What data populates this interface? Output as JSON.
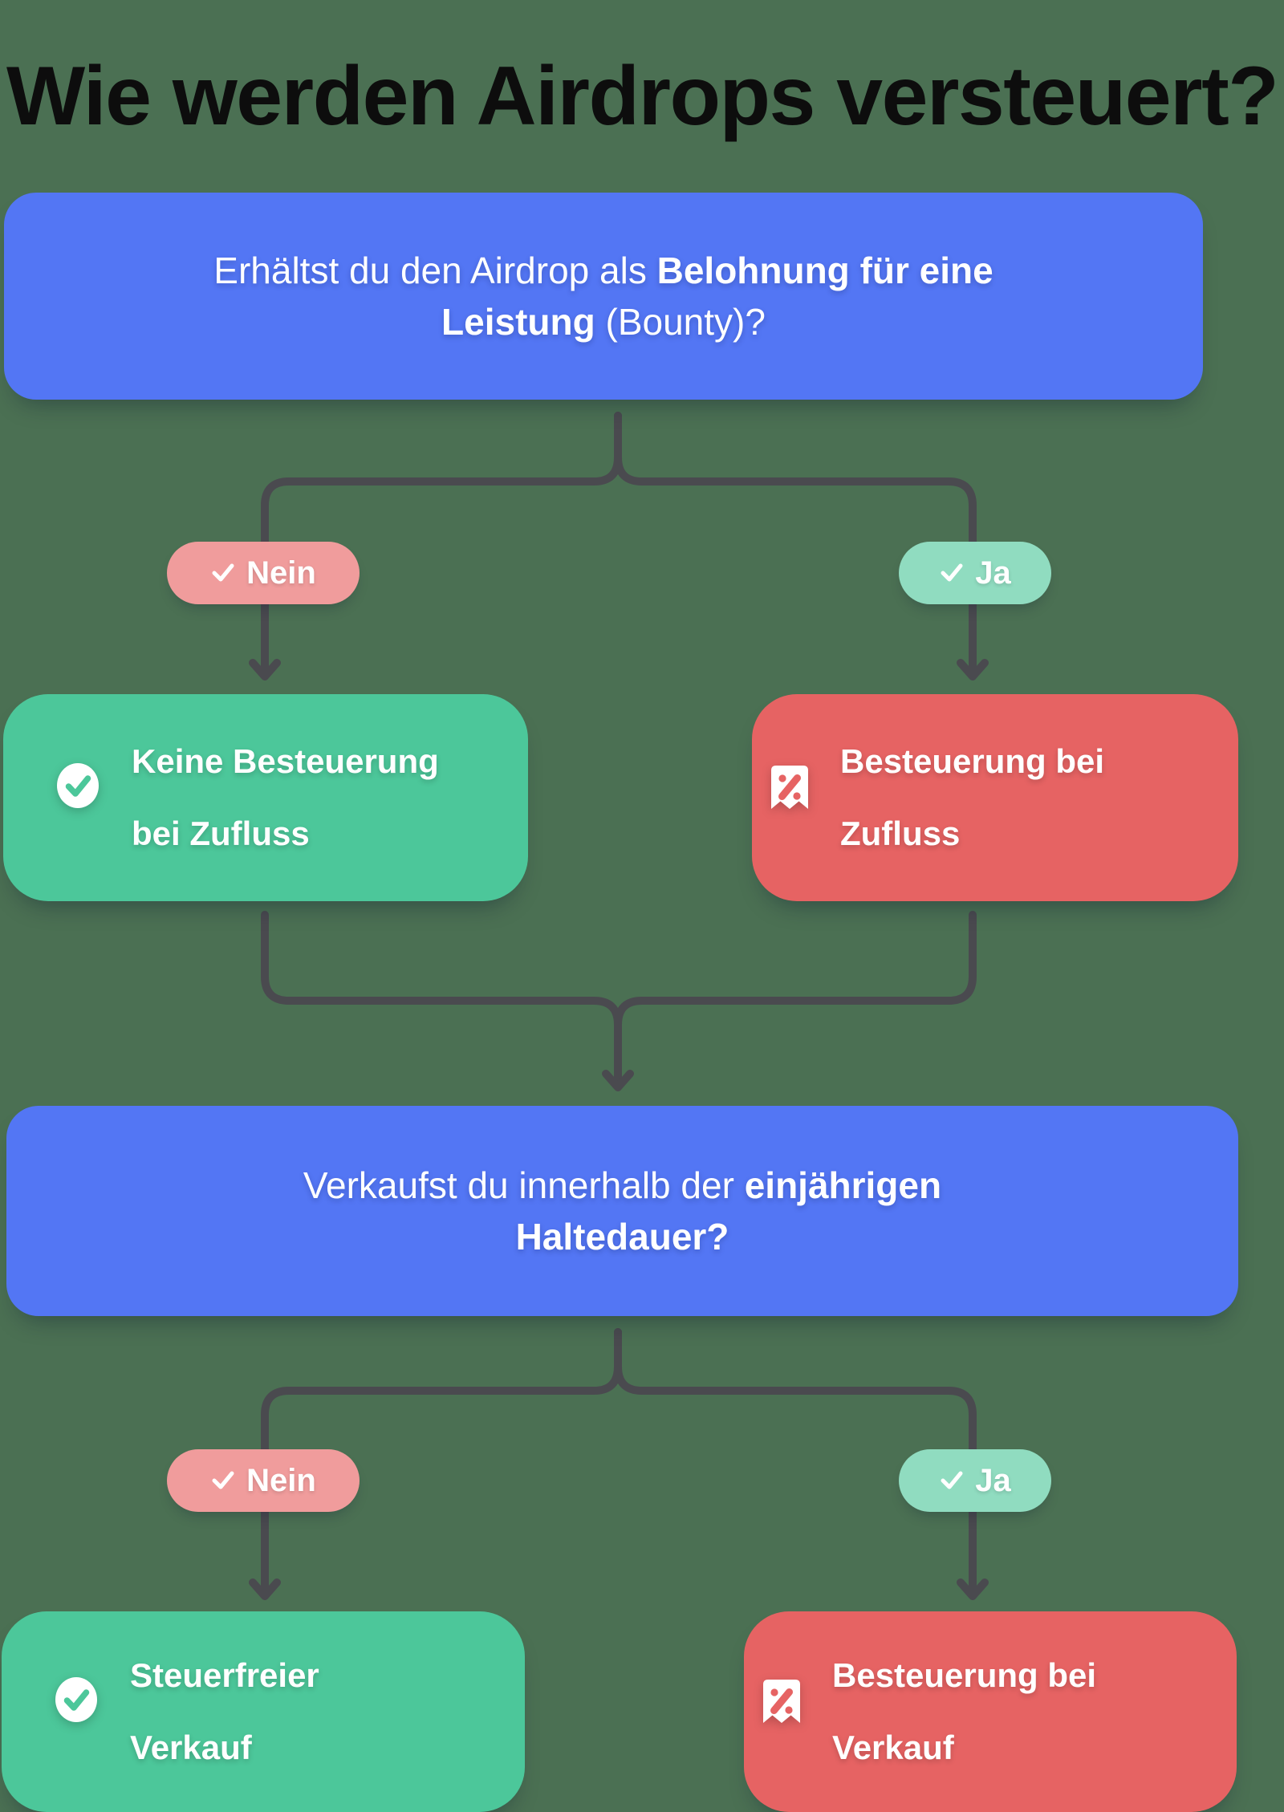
{
  "title": "Wie werden Airdrops versteuert?",
  "question1": {
    "line1_regular": "Erhältst du den Airdrop als ",
    "line1_bold": "Belohnung für eine",
    "line2_bold": "Leistung",
    "line2_regular": " (Bounty)?"
  },
  "question2": {
    "line1_regular": "Verkaufst du innerhalb der ",
    "line1_bold": "einjährigen",
    "line2_bold": "Haltedauer?"
  },
  "branch1": {
    "no_label": "Nein",
    "yes_label": "Ja"
  },
  "branch2": {
    "no_label": "Nein",
    "yes_label": "Ja"
  },
  "outcomes": {
    "no_tax_inflow": {
      "line1": "Keine Besteuerung",
      "line2": "bei Zufluss",
      "icon": "check-circle"
    },
    "tax_inflow": {
      "line1": "Besteuerung bei",
      "line2": "Zufluss",
      "icon": "percent-ribbon"
    },
    "tax_free_sale": {
      "line1": "Steuerfreier",
      "line2": "Verkauf",
      "icon": "check-circle"
    },
    "tax_sale": {
      "line1": "Besteuerung bei",
      "line2": "Verkauf",
      "icon": "percent-ribbon"
    }
  },
  "colors": {
    "background": "#4B7053",
    "question": "#5376F4",
    "positive": "#4CC79A",
    "negative": "#E66363",
    "pill_no": "#F09C9C",
    "pill_yes": "#90DCC0",
    "connector": "#4A4A4F",
    "title": "#0D0D0D"
  }
}
